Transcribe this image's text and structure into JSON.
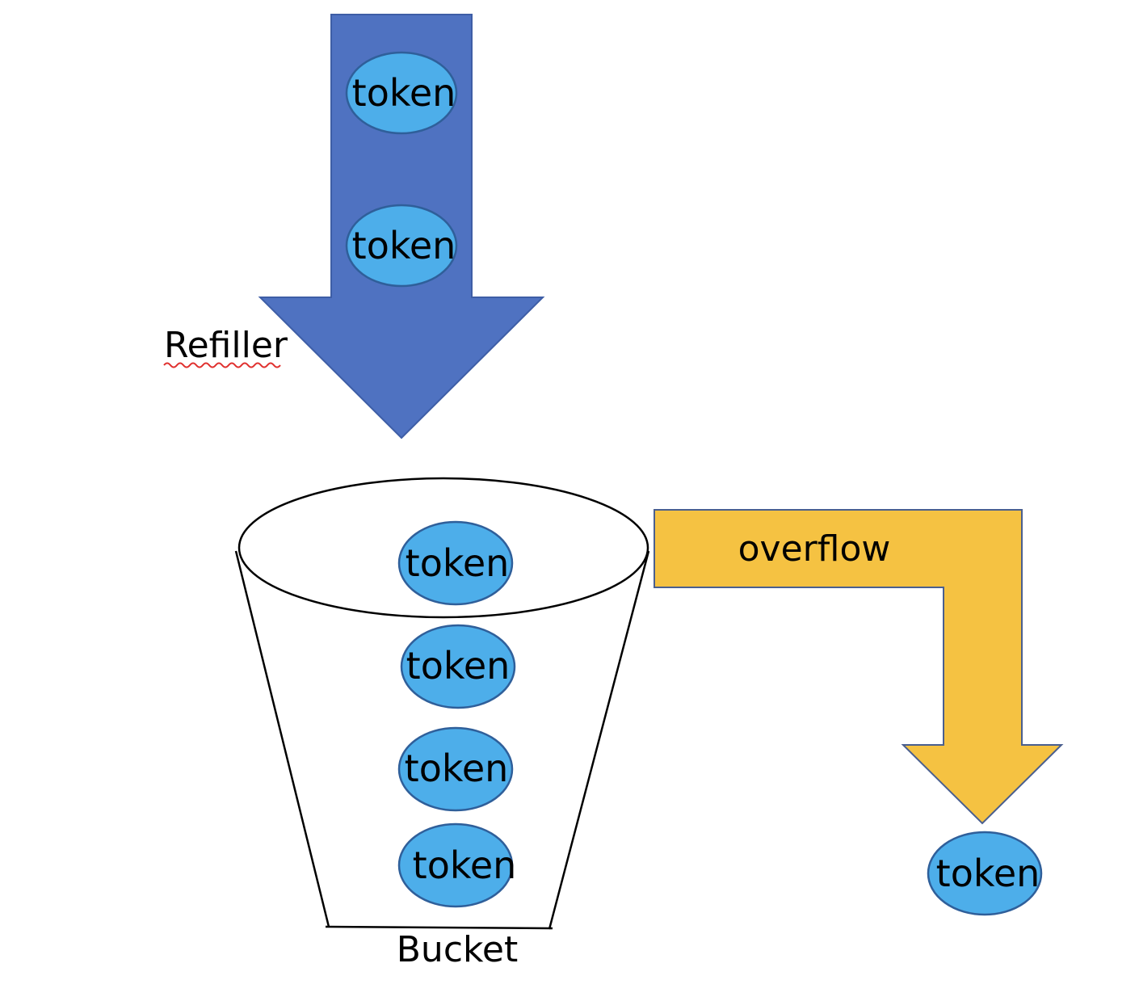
{
  "labels": {
    "refiller": "Refiller",
    "bucket": "Bucket",
    "overflow": "overflow"
  },
  "tokens": {
    "refill_top": "token",
    "refill_bottom": "token",
    "bucket_1": "token",
    "bucket_2": "token",
    "bucket_3": "token",
    "bucket_4": "token",
    "overflowed": "token"
  },
  "colors": {
    "refill_arrow": "#4f72c1",
    "overflow_arrow": "#f5c242",
    "token_fill": "#4daeea",
    "spellcheck_underline": "#e0312f"
  }
}
